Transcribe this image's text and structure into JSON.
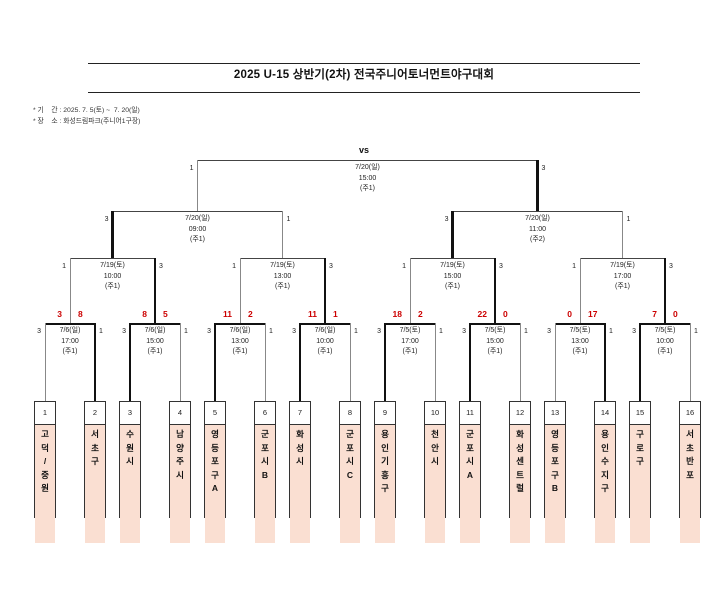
{
  "title": "2025 U-15 상반기(2차) 전국주니어토너먼트야구대회",
  "info": {
    "period": "* 기    간 : 2025. 7. 5(토) ~  7. 20(일)",
    "venue": "* 장    소 : 화성드림파크(주니어1구장)"
  },
  "vs_label": "vs",
  "colors": {
    "score_red": "#CC0000",
    "card_fill": "#FADFD2",
    "line_dark": "#111111"
  },
  "final": {
    "date": "7/20(일)",
    "time": "15:00",
    "venue": "(주1)",
    "left_score": "1",
    "right_score": "3"
  },
  "semifinals": [
    {
      "date": "7/20(일)",
      "time": "09:00",
      "venue": "(주1)",
      "left_score": "3",
      "right_score": "1"
    },
    {
      "date": "7/20(일)",
      "time": "11:00",
      "venue": "(주2)",
      "left_score": "3",
      "right_score": "1"
    }
  ],
  "quarterfinals": [
    {
      "date": "7/19(토)",
      "time": "10:00",
      "venue": "(주1)",
      "left_score": "1",
      "right_score": "3"
    },
    {
      "date": "7/19(토)",
      "time": "13:00",
      "venue": "(주1)",
      "left_score": "1",
      "right_score": "3"
    },
    {
      "date": "7/19(토)",
      "time": "15:00",
      "venue": "(주1)",
      "left_score": "1",
      "right_score": "3"
    },
    {
      "date": "7/19(토)",
      "time": "17:00",
      "venue": "(주1)",
      "left_score": "1",
      "right_score": "3"
    }
  ],
  "round1": [
    {
      "date": "7/6(일)",
      "time": "17:00",
      "venue": "(주1)",
      "result_left": "3",
      "result_right": "8",
      "left_score": "3",
      "right_score": "1"
    },
    {
      "date": "7/6(일)",
      "time": "15:00",
      "venue": "(주1)",
      "result_left": "8",
      "result_right": "5",
      "left_score": "3",
      "right_score": "1"
    },
    {
      "date": "7/6(일)",
      "time": "13:00",
      "venue": "(주1)",
      "result_left": "11",
      "result_right": "2",
      "left_score": "3",
      "right_score": "1"
    },
    {
      "date": "7/6(일)",
      "time": "10:00",
      "venue": "(주1)",
      "result_left": "11",
      "result_right": "1",
      "left_score": "3",
      "right_score": "1"
    },
    {
      "date": "7/5(토)",
      "time": "17:00",
      "venue": "(주1)",
      "result_left": "18",
      "result_right": "2",
      "left_score": "3",
      "right_score": "1"
    },
    {
      "date": "7/5(토)",
      "time": "15:00",
      "venue": "(주1)",
      "result_left": "22",
      "result_right": "0",
      "left_score": "3",
      "right_score": "1"
    },
    {
      "date": "7/5(토)",
      "time": "13:00",
      "venue": "(주1)",
      "result_left": "0",
      "result_right": "17",
      "left_score": "3",
      "right_score": "1"
    },
    {
      "date": "7/5(토)",
      "time": "10:00",
      "venue": "(주1)",
      "result_left": "7",
      "result_right": "0",
      "left_score": "3",
      "right_score": "1"
    }
  ],
  "teams": [
    {
      "seed": "1",
      "name": "고덕/중원"
    },
    {
      "seed": "2",
      "name": "서초구"
    },
    {
      "seed": "3",
      "name": "수원시"
    },
    {
      "seed": "4",
      "name": "남양주시"
    },
    {
      "seed": "5",
      "name": "영등포구A"
    },
    {
      "seed": "6",
      "name": "군포시B"
    },
    {
      "seed": "7",
      "name": "화성시"
    },
    {
      "seed": "8",
      "name": "군포시C"
    },
    {
      "seed": "9",
      "name": "용인기흥구"
    },
    {
      "seed": "10",
      "name": "천안시"
    },
    {
      "seed": "11",
      "name": "군포시A"
    },
    {
      "seed": "12",
      "name": "화성센트럴"
    },
    {
      "seed": "13",
      "name": "영등포구B"
    },
    {
      "seed": "14",
      "name": "용인수지구"
    },
    {
      "seed": "15",
      "name": "구로구"
    },
    {
      "seed": "16",
      "name": "서초반포"
    }
  ]
}
